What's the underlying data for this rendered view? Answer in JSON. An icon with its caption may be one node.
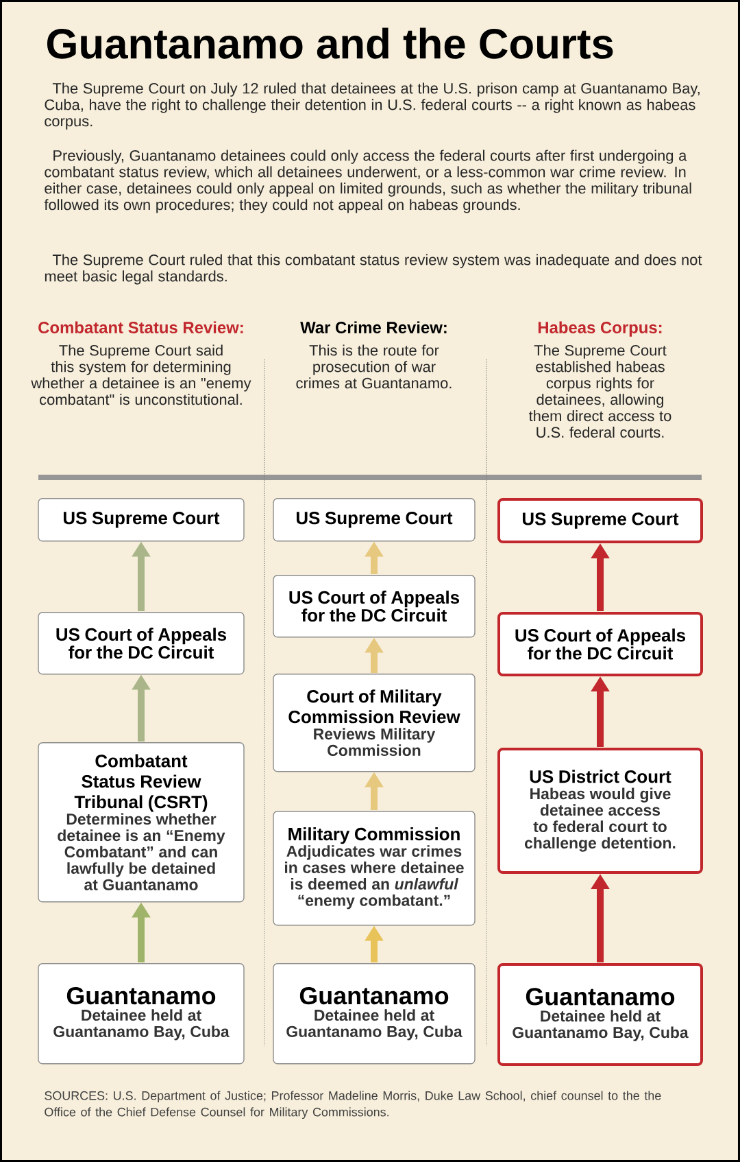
{
  "diagram": {
    "title": "Guantanamo and the Courts",
    "nodes": [
      {
        "text": [
          "US Supreme Court"
        ]
      },
      {
        "text": [
          "US Court of Appeals for the DC Circuit"
        ]
      },
      {
        "text": [
          "Combatant Status Review Tribunal (CSRT)",
          "Determines whether detainee is an “Enemy Combatant” and can lawfully be detained at Guantanamo"
        ]
      },
      {
        "text": [
          "Guantanamo",
          "Detainee held at Guantanamo Bay, Cuba"
        ]
      },
      {
        "text": [
          "US Supreme Court"
        ]
      },
      {
        "text": [
          "US Court of Appeals for the DC Circuit"
        ]
      },
      {
        "text": [
          "Court of Military Commission Review",
          "Reviews Military Commission"
        ]
      },
      {
        "text": [
          "Military Commission",
          "Adjudicates war crimes in cases where detainee is deemed an *unlawful* “enemy combatant.”"
        ]
      },
      {
        "text": [
          "Guantanamo",
          "Detainee held at Guantanamo Bay, Cuba"
        ]
      },
      {
        "text": [
          "US Supreme Court"
        ]
      },
      {
        "text": [
          "US Court of Appeals for the DC Circuit"
        ]
      },
      {
        "text": [
          "US District Court",
          "Habeas would give detainee access to federal court to challenge detention."
        ]
      },
      {
        "text": [
          "Guantanamo",
          "Detainee held at Guantanamo Bay, Cuba"
        ]
      }
    ],
    "edges": [
      {
        "from": 3,
        "to": 2,
        "arrow": "to",
        "color": "#9fb46a"
      },
      {
        "from": 2,
        "to": 1,
        "arrow": "to",
        "color": "#aab68a"
      },
      {
        "from": 1,
        "to": 0,
        "arrow": "to",
        "color": "#aab68a"
      },
      {
        "from": 8,
        "to": 7,
        "arrow": "to",
        "color": "#e8c35a"
      },
      {
        "from": 7,
        "to": 6,
        "arrow": "to",
        "color": "#e6c87e"
      },
      {
        "from": 6,
        "to": 5,
        "arrow": "to",
        "color": "#e6c87e"
      },
      {
        "from": 5,
        "to": 4,
        "arrow": "to",
        "color": "#e6c87e"
      },
      {
        "from": 12,
        "to": 11,
        "arrow": "to",
        "color": "#c1272d"
      },
      {
        "from": 11,
        "to": 10,
        "arrow": "to",
        "color": "#c1272d"
      },
      {
        "from": 10,
        "to": 9,
        "arrow": "to",
        "color": "#c1272d"
      }
    ],
    "labels": [
      "The Supreme Court on July 12 ruled that detainees at the U.S. prison camp at Guantanamo Bay, Cuba, have the right to challenge their detention in U.S. federal courts -- a right known as habeas corpus.",
      "Previously, Guantanamo detainees could only access the federal courts after first undergoing a combatant status review, which all detainees underwent, or a less-common war crime review. In either case, detainees could only appeal on limited grounds, such as whether the military tribunal followed its own procedures; they could not appeal on habeas grounds.",
      "The Supreme Court ruled that this combatant status review system was inadequate and does not meet basic legal standards.",
      "Combatant Status Review:",
      "War Crime Review:",
      "Habeas Corpus:",
      "The Supreme Court said this system for determining whether a detainee is an \"enemy combatant\" is unconstitutional.",
      "This is the route for prosecution of war crimes at Guantanamo.",
      "The Supreme Court established habeas corpus rights for detainees, allowing them direct access to U.S. federal courts.",
      "SOURCES:  U.S. Department of Justice; Professor Madeline Morris, Duke Law School, chief counsel to the the Office of the Chief Defense Counsel for Military Commissions."
    ]
  }
}
